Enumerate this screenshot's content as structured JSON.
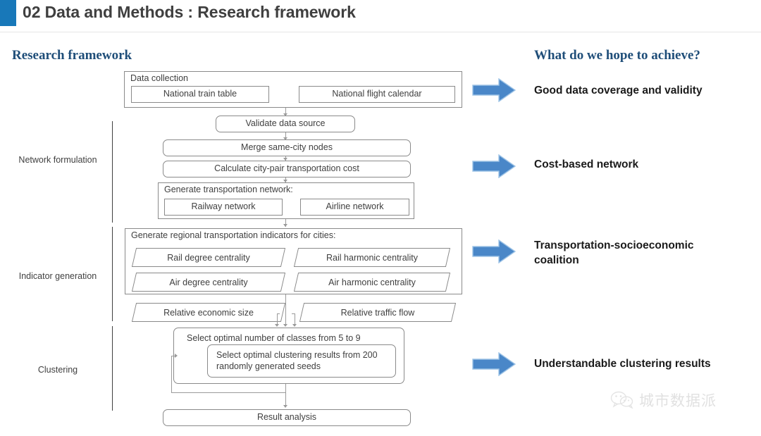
{
  "header": {
    "title": "02 Data and Methods : Research framework",
    "accent_color": "#1878b9"
  },
  "headings": {
    "left": "Research framework",
    "right": "What do we hope to achieve?",
    "color": "#1f4e79"
  },
  "stages": [
    {
      "label": "Network formulation"
    },
    {
      "label": "Indicator generation"
    },
    {
      "label": "Clustering"
    }
  ],
  "flow": {
    "data_collection": {
      "title": "Data collection",
      "items": [
        {
          "label": "National train table"
        },
        {
          "label": "National flight calendar"
        }
      ]
    },
    "steps": [
      {
        "label": "Validate data source"
      },
      {
        "label": "Merge same-city nodes"
      },
      {
        "label": "Calculate city-pair transportation cost"
      }
    ],
    "transport_network": {
      "title": "Generate transportation network:",
      "items": [
        {
          "label": "Railway network"
        },
        {
          "label": "Airline network"
        }
      ]
    },
    "indicators": {
      "title": "Generate regional transportation indicators for cities:",
      "items": [
        {
          "label": "Rail degree centrality"
        },
        {
          "label": "Rail harmonic centrality"
        },
        {
          "label": "Air degree centrality"
        },
        {
          "label": "Air harmonic centrality"
        }
      ]
    },
    "extra_indicators": [
      {
        "label": "Relative economic size"
      },
      {
        "label": "Relative traffic flow"
      }
    ],
    "clustering": {
      "outer_label": "Select optimal number of classes from 5 to 9",
      "inner_label": "Select optimal clustering results from 200 randomly generated seeds"
    },
    "result": {
      "label": "Result analysis"
    }
  },
  "outcomes": [
    {
      "text": "Good data coverage and validity"
    },
    {
      "text": "Cost-based network"
    },
    {
      "text": "Transportation-socioeconomic\ncoalition"
    },
    {
      "text": "Understandable clustering results"
    }
  ],
  "arrow_color": "#4a87c8",
  "watermark": {
    "text": "城市数据派"
  }
}
